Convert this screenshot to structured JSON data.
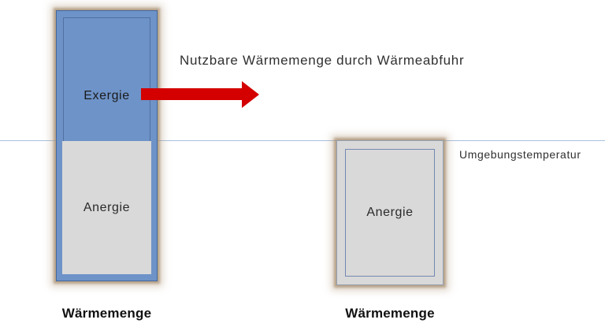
{
  "diagram": {
    "arrow_label": "Nutzbare Wärmemenge durch Wärmeabfuhr",
    "ambient_line_label": "Umgebungstemperatur",
    "left_bar": {
      "exergie_label": "Exergie",
      "anergie_label": "Anergie",
      "caption": "Wärmemenge"
    },
    "right_box": {
      "anergie_label": "Anergie",
      "caption": "Wärmemenge"
    }
  },
  "colors": {
    "exergie_blue": "#6e93c8",
    "bar_border_blue": "#44679c",
    "inner_line_blue": "#50709f",
    "anergie_gray": "#d9d9d9",
    "right_box_border": "#93a0b1",
    "right_inner_border": "#7288b2",
    "arrow_red": "#d40000",
    "ambient_line_blue": "#a9c0dc",
    "glow_tan": "#a98f6e",
    "text_dark": "#303030",
    "caption_black": "#111111"
  }
}
